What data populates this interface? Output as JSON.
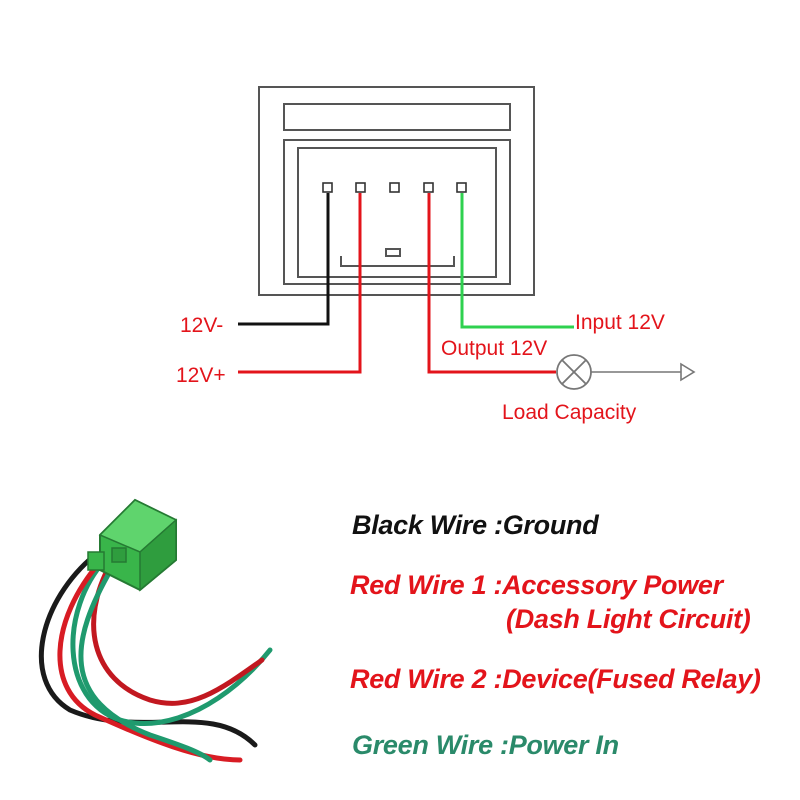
{
  "labels": {
    "neg": "12V-",
    "pos": "12V+",
    "input": "Input 12V",
    "output": "Output 12V",
    "load": "Load Capacity"
  },
  "legend": {
    "black": "Black Wire :Ground",
    "red1": "Red Wire 1 :Accessory Power",
    "red1_sub": "(Dash Light Circuit)",
    "red2": "Red Wire 2 :Device(Fused Relay)",
    "green": "Green Wire :Power In"
  },
  "colors": {
    "black": "#111111",
    "red": "#e3141b",
    "green": "#2fd14f",
    "teal": "#2a8a6a",
    "outline": "#555555",
    "connector": "#39b54a"
  },
  "icons": [
    "lamp-icon",
    "arrow-icon",
    "wire-harness-icon"
  ]
}
